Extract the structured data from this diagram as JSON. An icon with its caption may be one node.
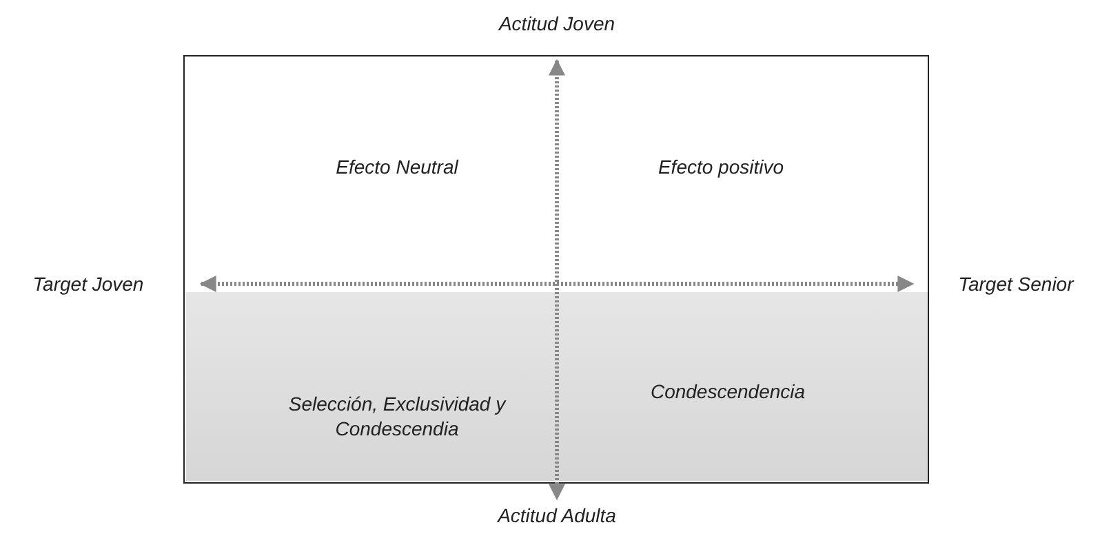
{
  "diagram": {
    "labels": [
      "Actitud Joven",
      "Efecto Neutral",
      "Efecto positivo",
      "Target Joven",
      "Target Senior",
      "Selección, Exclusividad y Condescendia",
      "Condescendencia",
      "Actitud Adulta"
    ]
  }
}
